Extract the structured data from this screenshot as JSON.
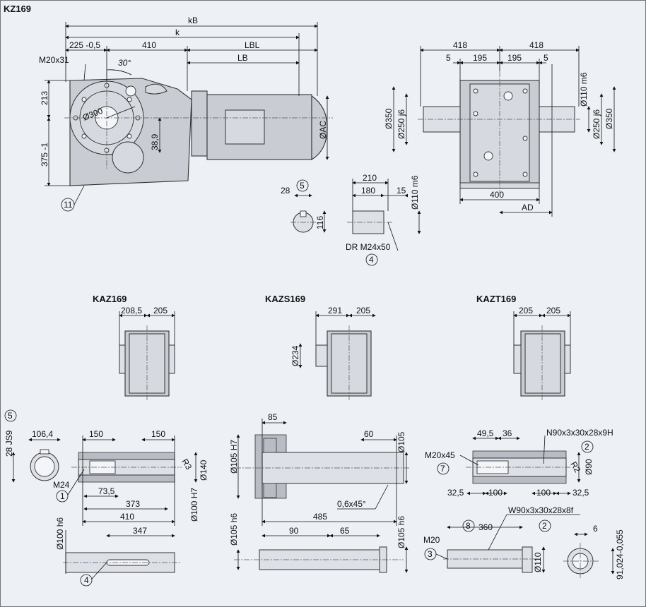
{
  "titles": {
    "main": "KZ169",
    "kaz": "KAZ169",
    "kazs": "KAZS169",
    "kazt": "KAZT169"
  },
  "side_view": {
    "kB": "kB",
    "k": "k",
    "d225": "225 -0,5",
    "d410": "410",
    "LBL": "LBL",
    "LB": "LB",
    "m20": "M20x31",
    "angle": "30°",
    "d213": "213",
    "d375": "375 -1",
    "d300": "Ø300",
    "d38": "38,9",
    "AC": "ØAC",
    "ref11": "11"
  },
  "front_view": {
    "d418a": "418",
    "d418b": "418",
    "d5a": "5",
    "d195a": "195",
    "d195b": "195",
    "d5b": "5",
    "d350a": "Ø350",
    "d250a": "Ø250 j6",
    "d110": "Ø110 m6",
    "d250b": "Ø250 j6",
    "d350b": "Ø350",
    "d400": "400",
    "AD": "AD"
  },
  "key_detail": {
    "d28": "28",
    "ref5": "5",
    "d116": "116"
  },
  "shaft_detail": {
    "d210": "210",
    "d180": "180",
    "d15": "15",
    "d110": "Ø110 m6",
    "dr": "DR M24x50",
    "ref4": "4"
  },
  "kaz_view": {
    "d208": "208,5",
    "d205": "205"
  },
  "kazs_view": {
    "d291": "291",
    "d205": "205",
    "d234": "Ø234"
  },
  "kazt_view": {
    "d205a": "205",
    "d205b": "205"
  },
  "hollow_shaft": {
    "ref5": "5",
    "d28": "28 JS9",
    "d106": "106,4",
    "d150a": "150",
    "d150b": "150",
    "R3": "R3",
    "d140": "Ø140",
    "M24": "M24",
    "ref1": "1",
    "d73": "73,5",
    "d373": "373",
    "d410": "410",
    "d100h7": "Ø100 H7",
    "d100h6": "Ø100 h6",
    "d347": "347",
    "ref4": "4"
  },
  "shrink_disk": {
    "d105h7": "Ø105 H7",
    "d85": "85",
    "d60": "60",
    "d105": "Ø105",
    "d06": "0,6x45°",
    "d485": "485",
    "d105h6a": "Ø105 h6",
    "d90": "90",
    "d65": "65",
    "d105h6b": "Ø105 h6"
  },
  "splined_shaft": {
    "d49": "49,5",
    "d36": "36",
    "N90": "N90x3x30x28x9H",
    "ref2": "2",
    "M20x45": "M20x45",
    "ref7": "7",
    "R2": "R2",
    "d90": "Ø90",
    "d32a": "32,5",
    "d100a": "100",
    "d100b": "100",
    "d32b": "32,5",
    "W90": "W90x3x30x28x8f",
    "ref8": "8",
    "d360": "360",
    "ref2b": "2",
    "M20": "M20",
    "ref3": "3",
    "d110": "Ø110",
    "d6": "6",
    "d91": "91,024-0,055"
  }
}
